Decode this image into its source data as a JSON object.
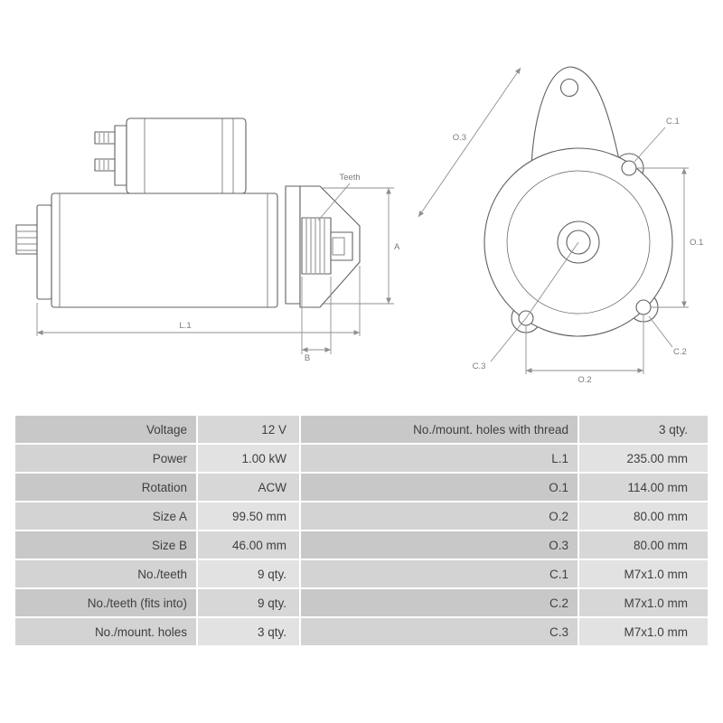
{
  "colors": {
    "background": "#ffffff",
    "drawing_line": "#606060",
    "dimension_line": "#8f8f8f",
    "dimension_text": "#7a7a7a",
    "table_label_bg_odd": "#c8c8c8",
    "table_value_bg_odd": "#d7d7d7",
    "table_label_bg_even": "#d3d3d3",
    "table_value_bg_even": "#e2e2e2",
    "table_text": "#3f3f3f"
  },
  "diagram": {
    "side_view": {
      "teeth_label": "Teeth",
      "dim_a": "A",
      "dim_b": "B",
      "dim_l1": "L.1"
    },
    "front_view": {
      "dim_o1": "O.1",
      "dim_o2": "O.2",
      "dim_o3": "O.3",
      "dim_c1": "C.1",
      "dim_c2": "C.2",
      "dim_c3": "C.3"
    }
  },
  "table": {
    "rows": [
      {
        "left_label": "Voltage",
        "left_value": "12 V",
        "right_label": "No./mount. holes with thread",
        "right_value": "3 qty."
      },
      {
        "left_label": "Power",
        "left_value": "1.00 kW",
        "right_label": "L.1",
        "right_value": "235.00 mm"
      },
      {
        "left_label": "Rotation",
        "left_value": "ACW",
        "right_label": "O.1",
        "right_value": "114.00 mm"
      },
      {
        "left_label": "Size A",
        "left_value": "99.50 mm",
        "right_label": "O.2",
        "right_value": "80.00 mm"
      },
      {
        "left_label": "Size B",
        "left_value": "46.00 mm",
        "right_label": "O.3",
        "right_value": "80.00 mm"
      },
      {
        "left_label": "No./teeth",
        "left_value": "9 qty.",
        "right_label": "C.1",
        "right_value": "M7x1.0 mm"
      },
      {
        "left_label": "No./teeth (fits into)",
        "left_value": "9 qty.",
        "right_label": "C.2",
        "right_value": "M7x1.0 mm"
      },
      {
        "left_label": "No./mount. holes",
        "left_value": "3 qty.",
        "right_label": "C.3",
        "right_value": "M7x1.0 mm"
      }
    ]
  }
}
